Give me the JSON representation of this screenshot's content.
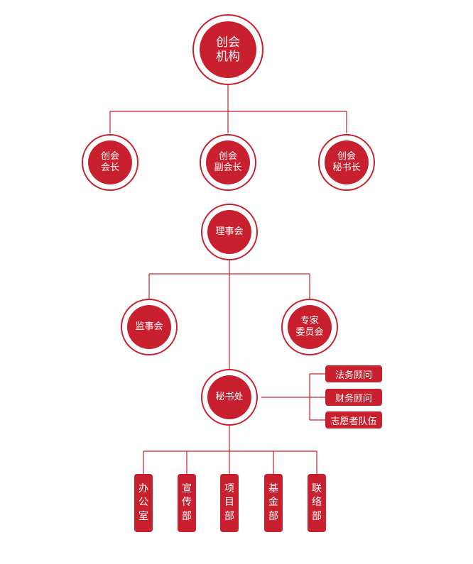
{
  "root": {
    "line1": "创会",
    "line2": "机构"
  },
  "founders": [
    {
      "line1": "创会",
      "line2": "会长"
    },
    {
      "line1": "创会",
      "line2": "副会长"
    },
    {
      "line1": "创会",
      "line2": "秘书长"
    }
  ],
  "council": {
    "label": "理事会"
  },
  "supervisory": {
    "label": "监事会"
  },
  "expert": {
    "line1": "专家",
    "line2": "委员会"
  },
  "secretariat": {
    "label": "秘书处"
  },
  "side_units": [
    "法务顾问",
    "财务顾问",
    "志愿者队伍"
  ],
  "departments": [
    {
      "chars": [
        "办",
        "公",
        "室"
      ]
    },
    {
      "chars": [
        "宣",
        "传",
        "部"
      ]
    },
    {
      "chars": [
        "项",
        "目",
        "部"
      ]
    },
    {
      "chars": [
        "基",
        "金",
        "部"
      ]
    },
    {
      "chars": [
        "联",
        "络",
        "部"
      ]
    }
  ],
  "colors": {
    "accent": "#c8202f",
    "background": "#ffffff"
  }
}
